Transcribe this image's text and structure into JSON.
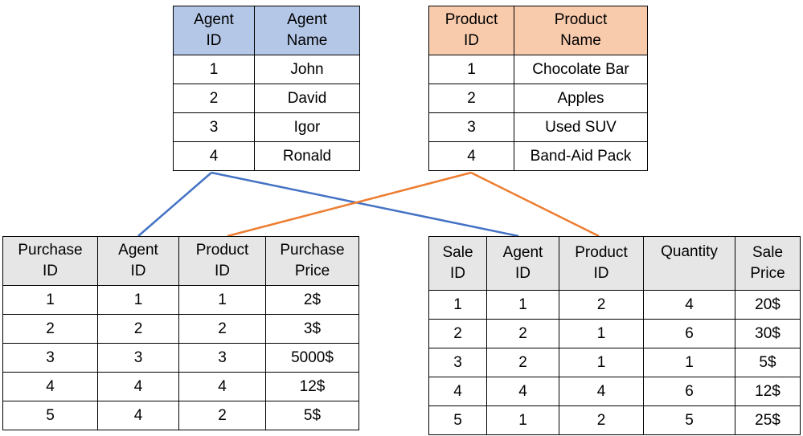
{
  "colors": {
    "agent_header": "#b4c7e7",
    "product_header": "#f8cbad",
    "fact_header": "#e7e6e6",
    "agent_link": "#4472c4",
    "product_link": "#ed7d31"
  },
  "agents": {
    "headers": [
      "Agent\nID",
      "Agent\nName"
    ],
    "rows": [
      [
        "1",
        "John"
      ],
      [
        "2",
        "David"
      ],
      [
        "3",
        "Igor"
      ],
      [
        "4",
        "Ronald"
      ]
    ]
  },
  "products": {
    "headers": [
      "Product\nID",
      "Product\nName"
    ],
    "rows": [
      [
        "1",
        "Chocolate Bar"
      ],
      [
        "2",
        "Apples"
      ],
      [
        "3",
        "Used SUV"
      ],
      [
        "4",
        "Band-Aid Pack"
      ]
    ]
  },
  "purchases": {
    "headers": [
      "Purchase\nID",
      "Agent\nID",
      "Product\nID",
      "Purchase\nPrice"
    ],
    "rows": [
      [
        "1",
        "1",
        "1",
        "2$"
      ],
      [
        "2",
        "2",
        "2",
        "3$"
      ],
      [
        "3",
        "3",
        "3",
        "5000$"
      ],
      [
        "4",
        "4",
        "4",
        "12$"
      ],
      [
        "5",
        "4",
        "2",
        "5$"
      ]
    ]
  },
  "sales": {
    "headers": [
      "Sale\nID",
      "Agent\nID",
      "Product\nID",
      "Quantity",
      "Sale\nPrice"
    ],
    "rows": [
      [
        "1",
        "1",
        "2",
        "4",
        "20$"
      ],
      [
        "2",
        "2",
        "1",
        "6",
        "30$"
      ],
      [
        "3",
        "2",
        "1",
        "1",
        "5$"
      ],
      [
        "4",
        "4",
        "4",
        "6",
        "12$"
      ],
      [
        "5",
        "1",
        "2",
        "5",
        "25$"
      ]
    ]
  }
}
